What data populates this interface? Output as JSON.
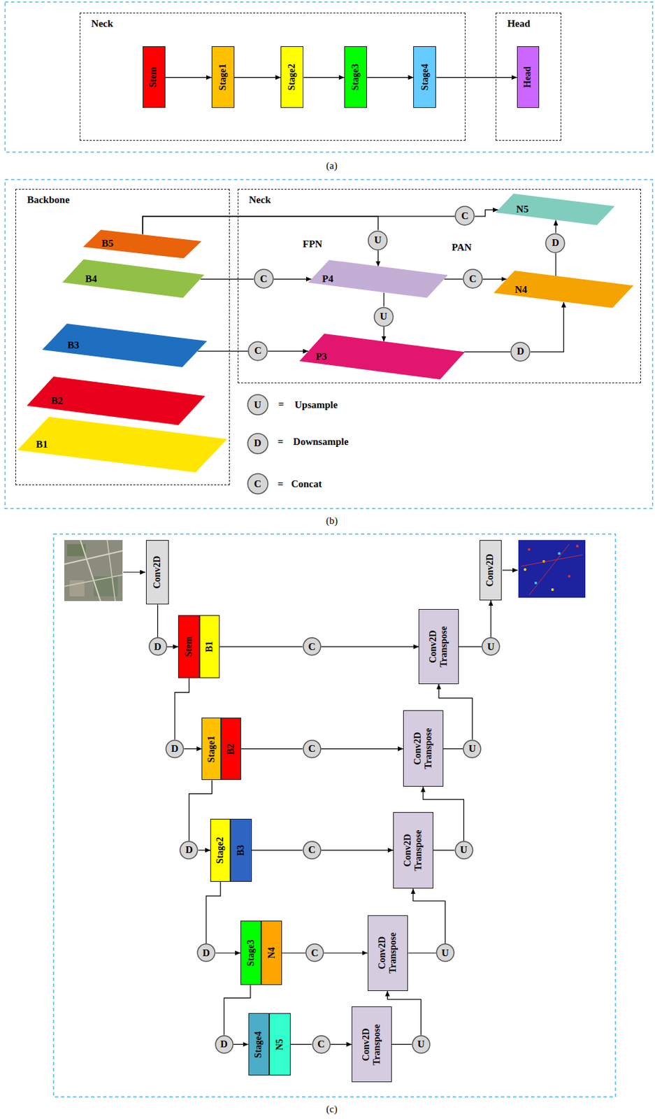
{
  "diagram": {
    "nodes": [
      {
        "text": [
          "Neck"
        ]
      },
      {
        "text": [
          "Stem"
        ],
        "in": 0
      },
      {
        "text": [
          "Stage1"
        ],
        "in": 0
      },
      {
        "text": [
          "Stage2"
        ],
        "in": 0
      },
      {
        "text": [
          "Stage3"
        ],
        "in": 0
      },
      {
        "text": [
          "Stage4"
        ],
        "in": 0
      },
      {
        "text": [
          "Head"
        ]
      },
      {
        "text": [
          "Head"
        ],
        "in": 6
      },
      {
        "text": [
          "Backbone"
        ]
      },
      {
        "text": [
          "B5"
        ],
        "in": 8
      },
      {
        "text": [
          "B4"
        ],
        "in": 8
      },
      {
        "text": [
          "B3"
        ],
        "in": 8
      },
      {
        "text": [
          "B2"
        ],
        "in": 8
      },
      {
        "text": [
          "B1"
        ],
        "in": 8
      },
      {
        "text": [
          "Neck"
        ]
      },
      {
        "text": [
          "N5"
        ],
        "in": 14
      },
      {
        "text": [
          "C"
        ],
        "in": 14
      },
      {
        "text": [
          "U"
        ],
        "in": 14
      },
      {
        "text": [
          "P4"
        ],
        "in": 14
      },
      {
        "text": [
          "C"
        ],
        "in": 14
      },
      {
        "text": [
          "C"
        ],
        "in": 14
      },
      {
        "text": [
          "N4"
        ],
        "in": 14
      },
      {
        "text": [
          "U"
        ],
        "in": 14
      },
      {
        "text": [
          "C"
        ],
        "in": 14
      },
      {
        "text": [
          "P3"
        ],
        "in": 14
      },
      {
        "text": [
          "D"
        ],
        "in": 14
      },
      {
        "text": [
          "D"
        ],
        "in": 14
      },
      {
        "text": [
          "U"
        ]
      },
      {
        "text": [
          "D"
        ]
      },
      {
        "text": [
          "C"
        ]
      },
      {
        "text": [
          "Conv2D"
        ]
      },
      {
        "text": [
          "Conv2D"
        ]
      },
      {
        "text": [
          "D"
        ]
      },
      {
        "text": [
          "Stem"
        ]
      },
      {
        "text": [
          "B1"
        ]
      },
      {
        "text": [
          "C"
        ]
      },
      {
        "text": [
          "Conv2D Transpose"
        ]
      },
      {
        "text": [
          "U"
        ]
      },
      {
        "text": [
          "D"
        ]
      },
      {
        "text": [
          "Stage1"
        ]
      },
      {
        "text": [
          "B2"
        ]
      },
      {
        "text": [
          "C"
        ]
      },
      {
        "text": [
          "Conv2D Transpose"
        ]
      },
      {
        "text": [
          "U"
        ]
      },
      {
        "text": [
          "D"
        ]
      },
      {
        "text": [
          "Stage2"
        ]
      },
      {
        "text": [
          "B3"
        ]
      },
      {
        "text": [
          "C"
        ]
      },
      {
        "text": [
          "Conv2D Transpose"
        ]
      },
      {
        "text": [
          "U"
        ]
      },
      {
        "text": [
          "D"
        ]
      },
      {
        "text": [
          "Stage3"
        ]
      },
      {
        "text": [
          "N4"
        ]
      },
      {
        "text": [
          "C"
        ]
      },
      {
        "text": [
          "Conv2D Transpose"
        ]
      },
      {
        "text": [
          "U"
        ]
      },
      {
        "text": [
          "D"
        ]
      },
      {
        "text": [
          "Stage4"
        ]
      },
      {
        "text": [
          "N5"
        ]
      },
      {
        "text": [
          "C"
        ]
      },
      {
        "text": [
          "Conv2D Transpose"
        ]
      },
      {
        "text": [
          "U"
        ]
      }
    ],
    "edges": [
      {
        "from": 1,
        "to": 2,
        "arrow": "to"
      },
      {
        "from": 2,
        "to": 3,
        "arrow": "to"
      },
      {
        "from": 3,
        "to": 4,
        "arrow": "to"
      },
      {
        "from": 4,
        "to": 5,
        "arrow": "to"
      },
      {
        "from": 5,
        "to": 7,
        "arrow": "to"
      },
      {
        "from": 9,
        "to": 16,
        "arrow": "none"
      },
      {
        "from": 16,
        "to": 15,
        "arrow": "to"
      },
      {
        "from": 9,
        "to": 17,
        "arrow": "none"
      },
      {
        "from": 17,
        "to": 18,
        "arrow": "to"
      },
      {
        "from": 10,
        "to": 19,
        "arrow": "none"
      },
      {
        "from": 19,
        "to": 18,
        "arrow": "to"
      },
      {
        "from": 18,
        "to": 20,
        "arrow": "none"
      },
      {
        "from": 20,
        "to": 21,
        "arrow": "to"
      },
      {
        "from": 18,
        "to": 22,
        "arrow": "none"
      },
      {
        "from": 22,
        "to": 24,
        "arrow": "to"
      },
      {
        "from": 11,
        "to": 23,
        "arrow": "none"
      },
      {
        "from": 23,
        "to": 24,
        "arrow": "to"
      },
      {
        "from": 24,
        "to": 25,
        "arrow": "none"
      },
      {
        "from": 25,
        "to": 21,
        "arrow": "to"
      },
      {
        "from": 21,
        "to": 26,
        "arrow": "none"
      },
      {
        "from": 26,
        "to": 15,
        "arrow": "to"
      },
      {
        "from": 30,
        "to": 32,
        "arrow": "none"
      },
      {
        "from": 32,
        "to": 33,
        "arrow": "to"
      },
      {
        "from": 34,
        "to": 35,
        "arrow": "none"
      },
      {
        "from": 35,
        "to": 36,
        "arrow": "to"
      },
      {
        "from": 36,
        "to": 37,
        "arrow": "none"
      },
      {
        "from": 37,
        "to": 31,
        "arrow": "to"
      },
      {
        "from": 33,
        "to": 38,
        "arrow": "none"
      },
      {
        "from": 38,
        "to": 39,
        "arrow": "to"
      },
      {
        "from": 40,
        "to": 41,
        "arrow": "none"
      },
      {
        "from": 41,
        "to": 42,
        "arrow": "to"
      },
      {
        "from": 42,
        "to": 43,
        "arrow": "none"
      },
      {
        "from": 43,
        "to": 36,
        "arrow": "to"
      },
      {
        "from": 39,
        "to": 44,
        "arrow": "none"
      },
      {
        "from": 44,
        "to": 45,
        "arrow": "to"
      },
      {
        "from": 46,
        "to": 47,
        "arrow": "none"
      },
      {
        "from": 47,
        "to": 48,
        "arrow": "to"
      },
      {
        "from": 48,
        "to": 49,
        "arrow": "none"
      },
      {
        "from": 49,
        "to": 42,
        "arrow": "to"
      },
      {
        "from": 45,
        "to": 50,
        "arrow": "none"
      },
      {
        "from": 50,
        "to": 51,
        "arrow": "to"
      },
      {
        "from": 52,
        "to": 53,
        "arrow": "none"
      },
      {
        "from": 53,
        "to": 54,
        "arrow": "to"
      },
      {
        "from": 54,
        "to": 55,
        "arrow": "none"
      },
      {
        "from": 55,
        "to": 48,
        "arrow": "to"
      },
      {
        "from": 51,
        "to": 56,
        "arrow": "none"
      },
      {
        "from": 56,
        "to": 57,
        "arrow": "to"
      },
      {
        "from": 58,
        "to": 59,
        "arrow": "none"
      },
      {
        "from": 59,
        "to": 60,
        "arrow": "to"
      },
      {
        "from": 60,
        "to": 61,
        "arrow": "none"
      },
      {
        "from": 61,
        "to": 54,
        "arrow": "to"
      }
    ],
    "labels": [
      "(a)",
      "FPN",
      "PAN",
      "=",
      "=",
      "=",
      "(b)",
      "(c)"
    ],
    "legend": [
      {
        "text": "Upsample"
      },
      {
        "text": "Downsample"
      },
      {
        "text": "Concat"
      }
    ]
  }
}
